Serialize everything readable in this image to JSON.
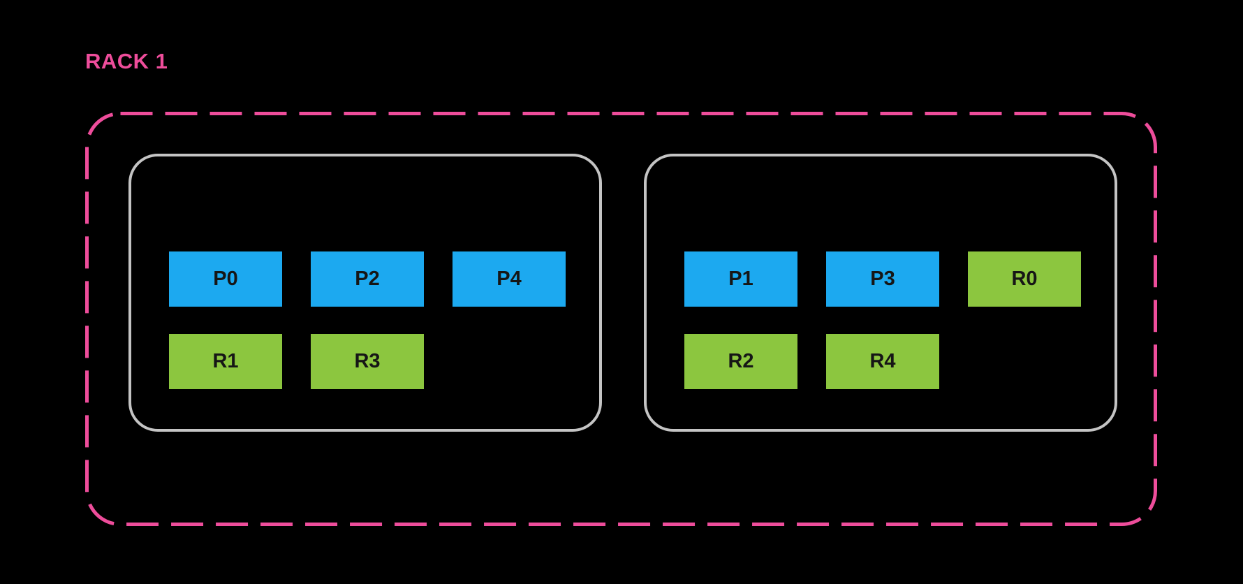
{
  "colors": {
    "background": "#000000",
    "rack_accent": "#EE4D9B",
    "node_border": "#C4C4C4",
    "primary_fill": "#1CA9F0",
    "replica_fill": "#8CC63F",
    "box_text": "#161616"
  },
  "rack": {
    "label": "RACK 1",
    "nodes": [
      {
        "id": "node-1",
        "rows": [
          [
            {
              "label": "P0",
              "type": "primary"
            },
            {
              "label": "P2",
              "type": "primary"
            },
            {
              "label": "P4",
              "type": "primary"
            }
          ],
          [
            {
              "label": "R1",
              "type": "replica"
            },
            {
              "label": "R3",
              "type": "replica"
            }
          ]
        ]
      },
      {
        "id": "node-2",
        "rows": [
          [
            {
              "label": "P1",
              "type": "primary"
            },
            {
              "label": "P3",
              "type": "primary"
            },
            {
              "label": "R0",
              "type": "replica"
            }
          ],
          [
            {
              "label": "R2",
              "type": "replica"
            },
            {
              "label": "R4",
              "type": "replica"
            }
          ]
        ]
      }
    ]
  }
}
